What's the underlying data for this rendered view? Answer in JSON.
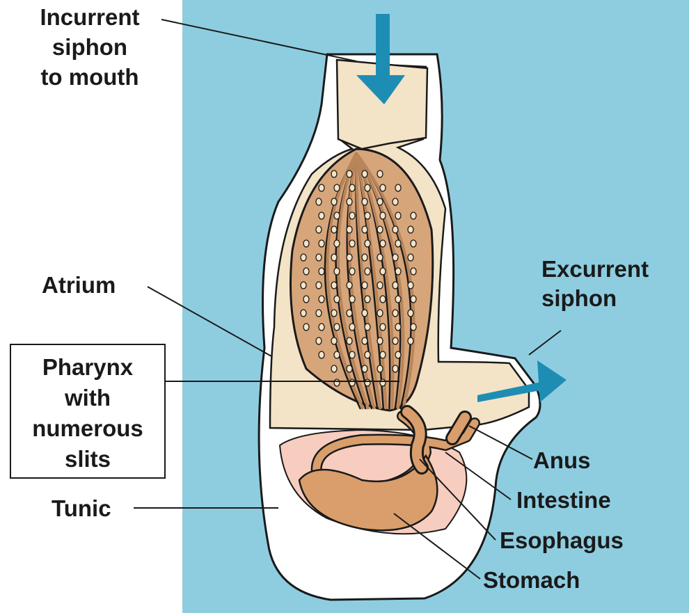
{
  "colors": {
    "water": "#8ECDE0",
    "tunic": "#FFFFFF",
    "body_tan": "#F3E3C7",
    "pharynx": "#B9855A",
    "pharynx_light": "#D7A57A",
    "gut": "#D99E6B",
    "gut_pink": "#F7CDBF",
    "arrow": "#1E8DB4",
    "outline": "#1A1A1A"
  },
  "labels": {
    "incurrent_siphon": "Incurrent\nsiphon\nto mouth",
    "excurrent_siphon": "Excurrent\nsiphon",
    "atrium": "Atrium",
    "pharynx": "Pharynx\nwith\nnumerous\nslits",
    "tunic": "Tunic",
    "anus": "Anus",
    "intestine": "Intestine",
    "esophagus": "Esophagus",
    "stomach": "Stomach"
  }
}
